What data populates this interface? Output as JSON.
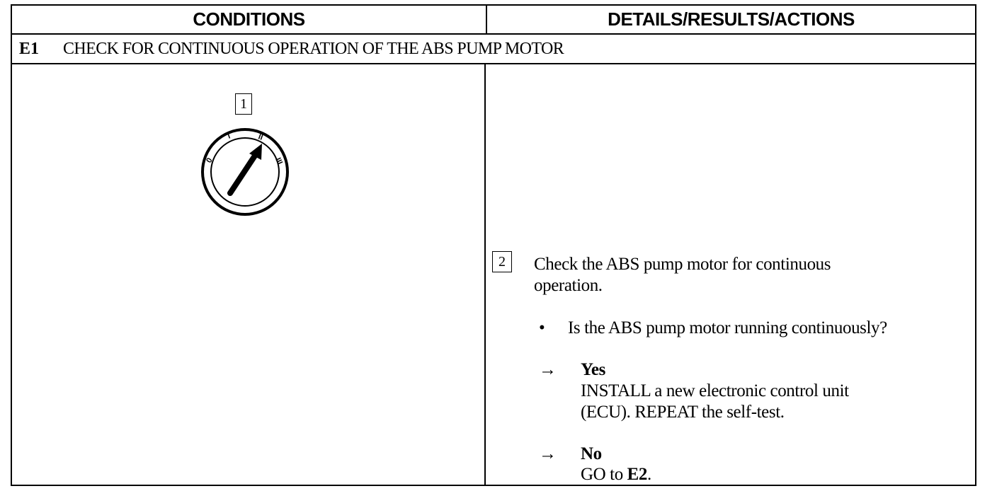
{
  "headers": {
    "conditions": "CONDITIONS",
    "details": "DETAILS/RESULTS/ACTIONS"
  },
  "step": {
    "id": "E1",
    "title": "CHECK FOR CONTINUOUS OPERATION OF THE ABS PUMP MOTOR"
  },
  "conditions": {
    "callout": "1",
    "switch_labels": [
      "0",
      "I",
      "II",
      "III"
    ],
    "icon": "ignition-switch-icon"
  },
  "details": {
    "callout": "2",
    "instruction_line1": "Check the ABS pump motor for continuous",
    "instruction_line2": "operation.",
    "bullet": "•",
    "question": "Is the ABS pump motor running continuously?",
    "arrow": "→",
    "yes_label": "Yes",
    "yes_action_line1": "INSTALL a new electronic control unit",
    "yes_action_line2": "(ECU). REPEAT the self-test.",
    "no_label": "No",
    "no_action_prefix": "GO to ",
    "no_action_target": "E2",
    "no_action_suffix": "."
  }
}
